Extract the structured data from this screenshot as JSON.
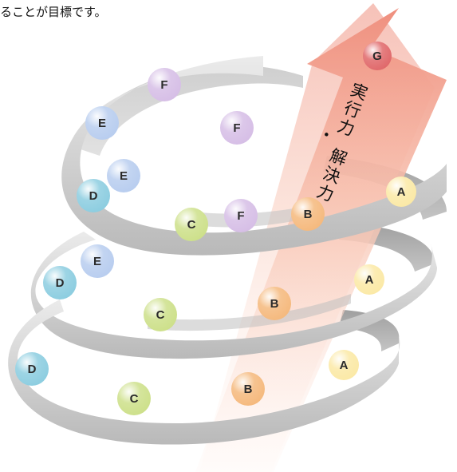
{
  "caption": "ることが目標です。",
  "arrow": {
    "line1": "実行力",
    "separator": "・",
    "line2": "解決力"
  },
  "colors": {
    "A": "#fbe9a6",
    "B": "#f5b97d",
    "C": "#cde08a",
    "D": "#8ccde0",
    "E": "#b8cdef",
    "F": "#d6bee6",
    "G": "#e0686a",
    "ribbon": "#d4d4d4",
    "arrow": "#f4b5a3"
  },
  "balls": [
    {
      "label": "G"
    },
    {
      "label": "F"
    },
    {
      "label": "E"
    },
    {
      "label": "F"
    },
    {
      "label": "E"
    },
    {
      "label": "D"
    },
    {
      "label": "A"
    },
    {
      "label": "B"
    },
    {
      "label": "F"
    },
    {
      "label": "C"
    },
    {
      "label": "E"
    },
    {
      "label": "D"
    },
    {
      "label": "A"
    },
    {
      "label": "B"
    },
    {
      "label": "C"
    },
    {
      "label": "D"
    },
    {
      "label": "A"
    },
    {
      "label": "B"
    },
    {
      "label": "C"
    }
  ]
}
